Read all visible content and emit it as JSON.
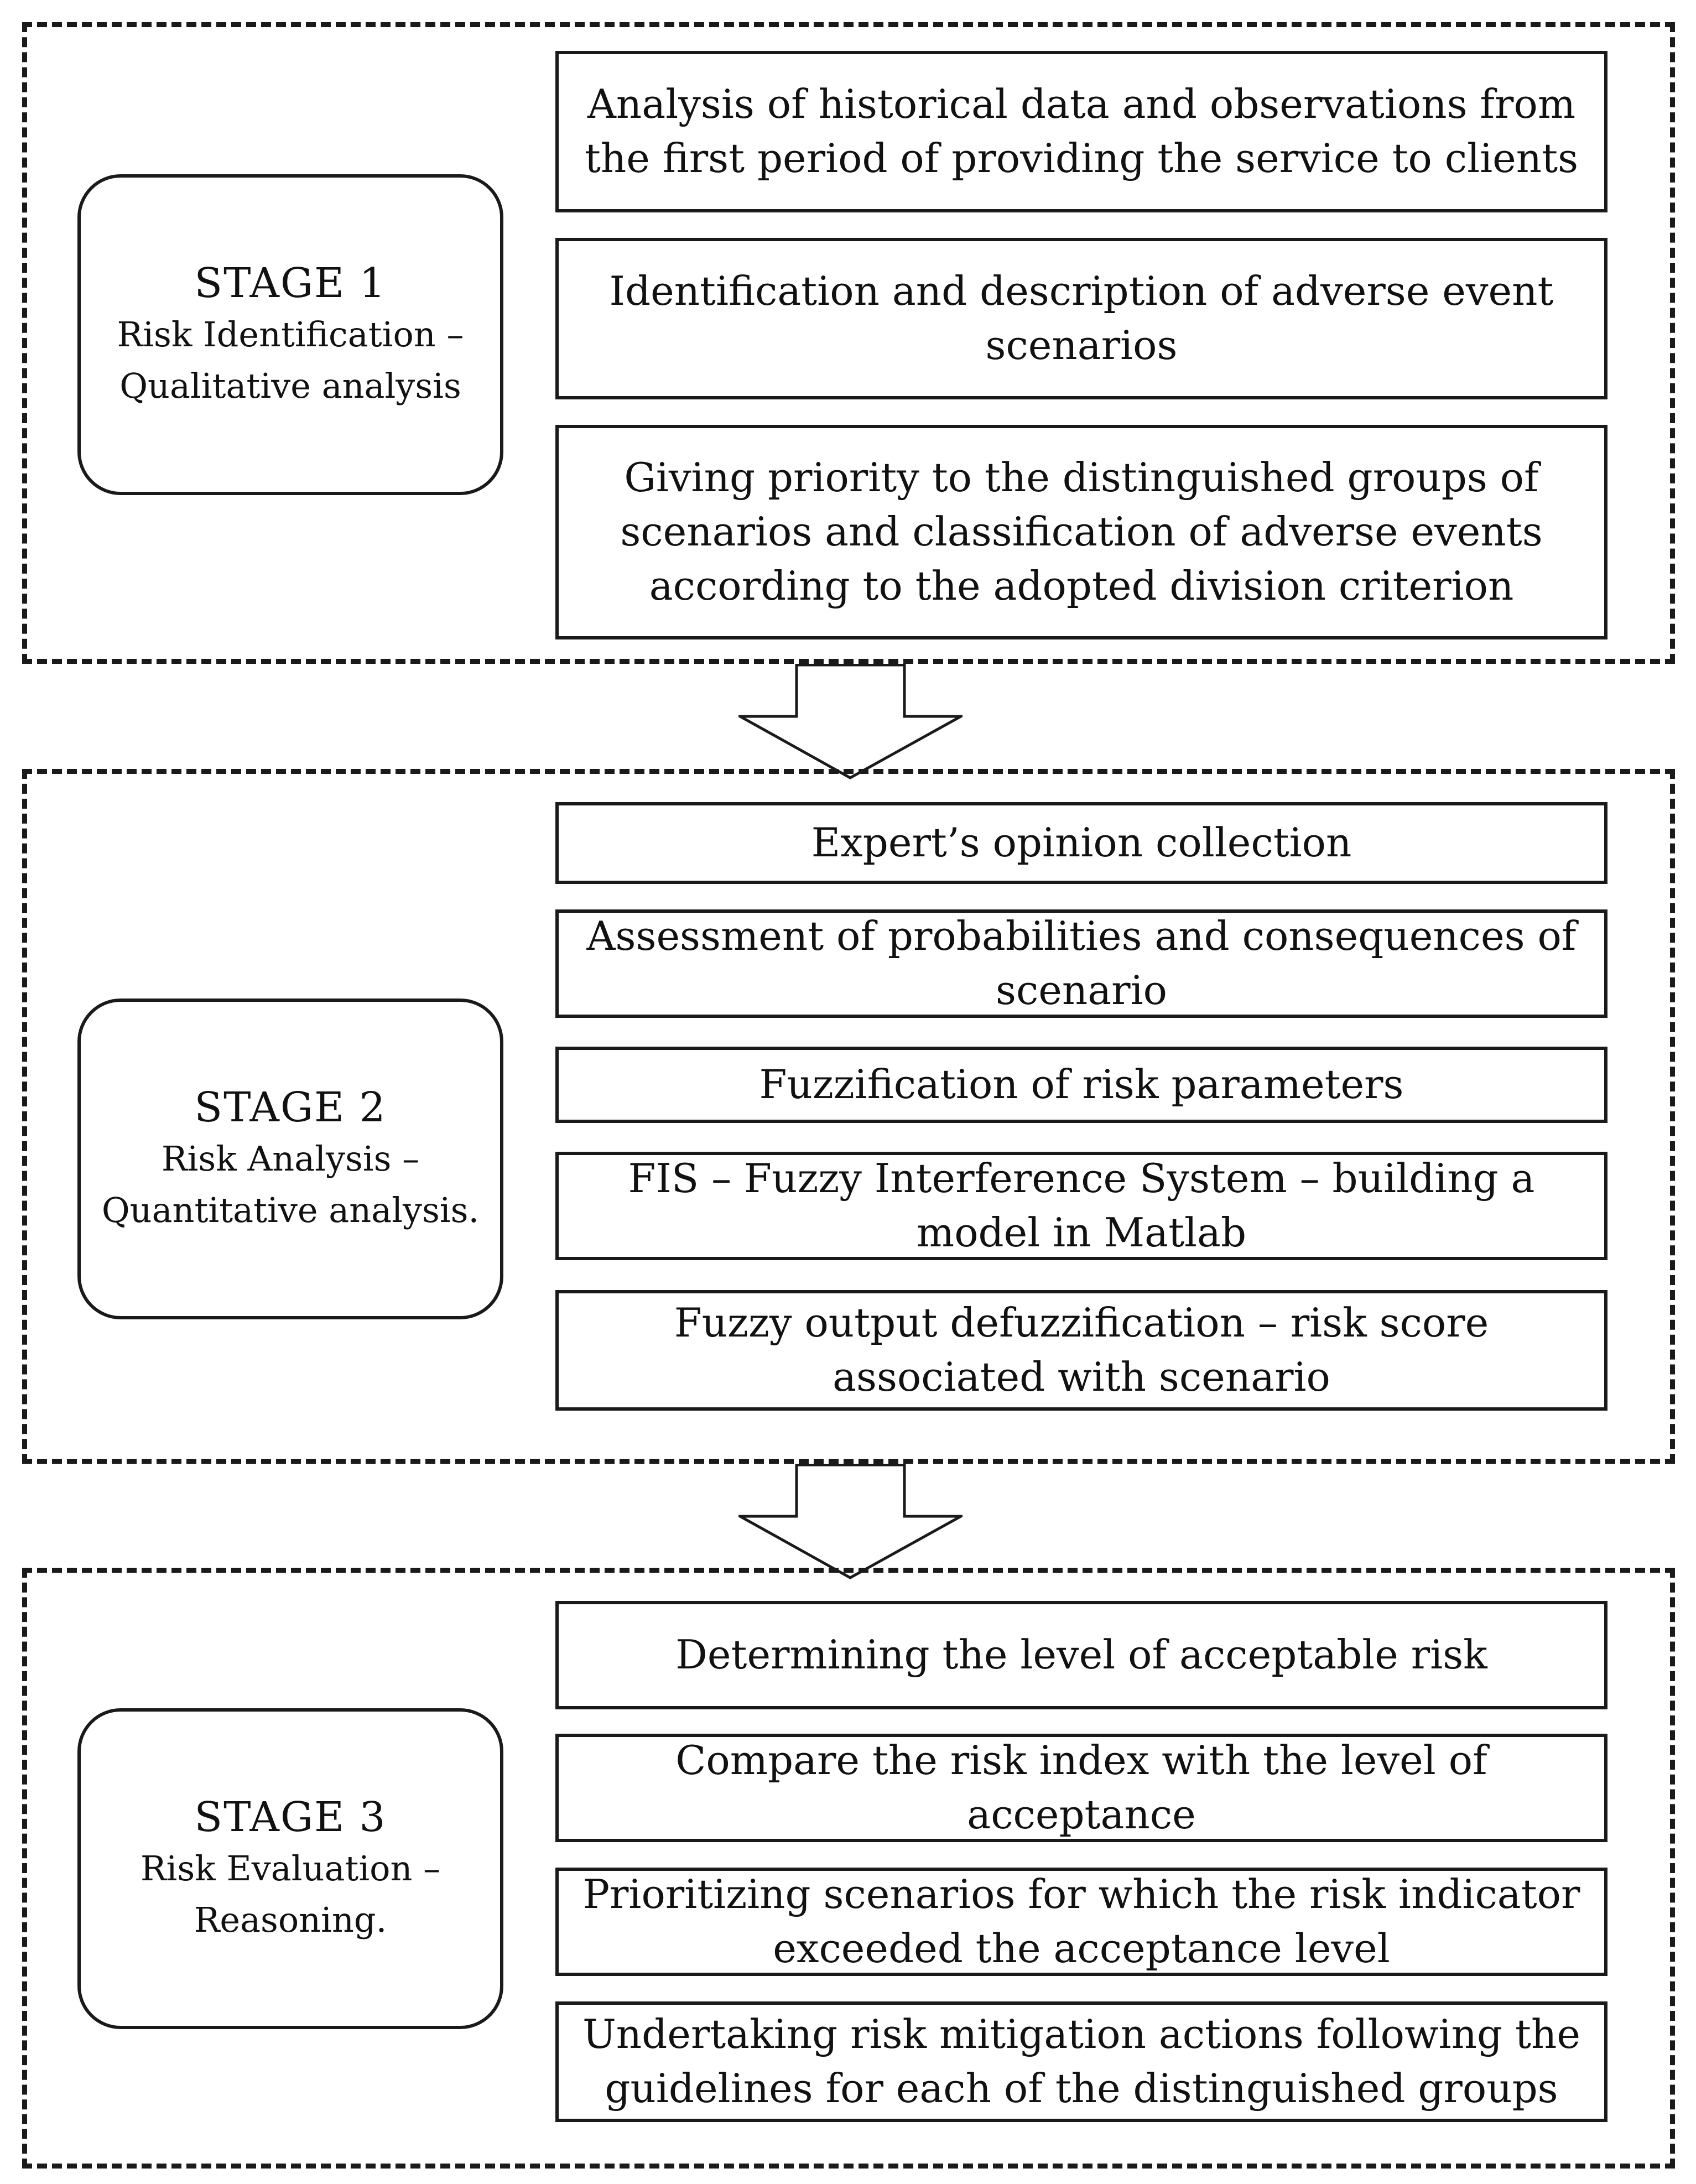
{
  "stages": [
    {
      "title": "STAGE 1",
      "subtitle_lines": [
        "Risk Identification –",
        "Qualitative analysis"
      ],
      "steps": [
        "Analysis of historical data and observations from the first period of providing the service to clients",
        "Identification and description of adverse event scenarios",
        "Giving priority to the distinguished groups of scenarios and classification of adverse events according to the adopted division criterion"
      ]
    },
    {
      "title": "STAGE 2",
      "subtitle_lines": [
        "Risk Analysis –",
        "Quantitative analysis."
      ],
      "steps": [
        "Expert’s opinion collection",
        "Assessment of probabilities and consequences of scenario",
        "Fuzzification of risk parameters",
        "FIS – Fuzzy Interference System – building a model in Matlab",
        "Fuzzy output defuzzification – risk score associated with scenario"
      ]
    },
    {
      "title": "STAGE 3",
      "subtitle_lines": [
        "Risk Evaluation –",
        "Reasoning."
      ],
      "steps": [
        "Determining the level of acceptable risk",
        "Compare the risk index with the level of acceptance",
        "Prioritizing scenarios for which the risk indicator exceeded the acceptance level",
        "Undertaking risk mitigation actions following the guidelines for each of the distinguished groups"
      ]
    }
  ],
  "colors": {
    "stroke": "#1a1a1a",
    "background": "#ffffff",
    "text": "#111111"
  }
}
